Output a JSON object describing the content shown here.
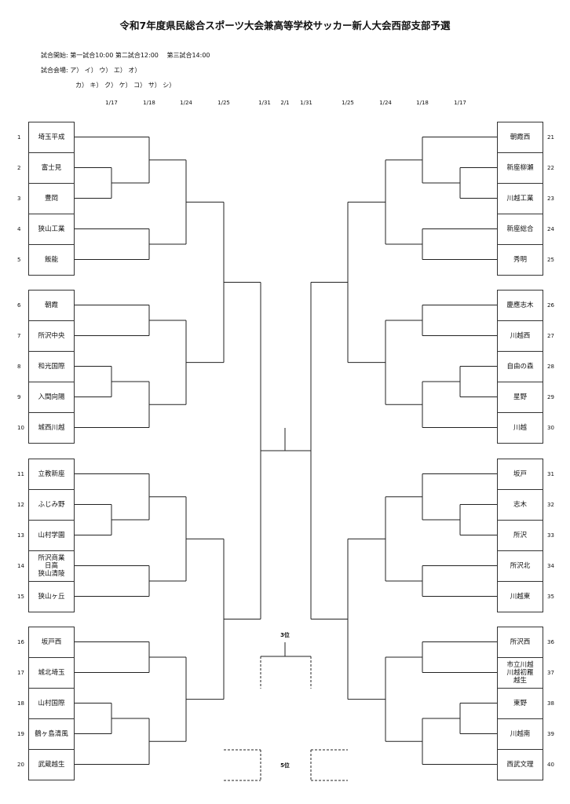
{
  "title": "令和7年度県民総合スポーツ大会兼高等学校サッカー新人大会西部支部予選",
  "schedule": {
    "label": "試合開始:",
    "text": "第一試合10:00  第二試合12:00　 第三試合14:00"
  },
  "venues": {
    "label": "試合会場:",
    "line1": "ア） イ） ウ） エ）  オ）",
    "line2": "カ） キ） ク）  ケ） コ） サ） シ）"
  },
  "dates": [
    "1/17",
    "1/18",
    "1/24",
    "1/25",
    "1/31",
    "2/1",
    "1/31",
    "1/25",
    "1/24",
    "1/18",
    "1/17"
  ],
  "left_teams": [
    {
      "no": "1",
      "name": "埼玉平成"
    },
    {
      "no": "2",
      "name": "富士見"
    },
    {
      "no": "3",
      "name": "豊岡"
    },
    {
      "no": "4",
      "name": "狭山工業"
    },
    {
      "no": "5",
      "name": "飯能"
    },
    {
      "no": "6",
      "name": "朝霞"
    },
    {
      "no": "7",
      "name": "所沢中央"
    },
    {
      "no": "8",
      "name": "和光国際"
    },
    {
      "no": "9",
      "name": "入間向陽"
    },
    {
      "no": "10",
      "name": "城西川越"
    },
    {
      "no": "11",
      "name": "立教新座"
    },
    {
      "no": "12",
      "name": "ふじみ野"
    },
    {
      "no": "13",
      "name": "山村学園"
    },
    {
      "no": "14",
      "name": "所沢商業\n日高\n狭山清陵"
    },
    {
      "no": "15",
      "name": "狭山ヶ丘"
    },
    {
      "no": "16",
      "name": "坂戸西"
    },
    {
      "no": "17",
      "name": "城北埼玉"
    },
    {
      "no": "18",
      "name": "山村国際"
    },
    {
      "no": "19",
      "name": "鶴ヶ島清風"
    },
    {
      "no": "20",
      "name": "武蔵越生"
    }
  ],
  "right_teams": [
    {
      "no": "21",
      "name": "朝霞西"
    },
    {
      "no": "22",
      "name": "新座柳瀬"
    },
    {
      "no": "23",
      "name": "川越工業"
    },
    {
      "no": "24",
      "name": "新座総合"
    },
    {
      "no": "25",
      "name": "秀明"
    },
    {
      "no": "26",
      "name": "慶應志木"
    },
    {
      "no": "27",
      "name": "川越西"
    },
    {
      "no": "28",
      "name": "自由の森"
    },
    {
      "no": "29",
      "name": "星野"
    },
    {
      "no": "30",
      "name": "川越"
    },
    {
      "no": "31",
      "name": "坂戸"
    },
    {
      "no": "32",
      "name": "志木"
    },
    {
      "no": "33",
      "name": "所沢"
    },
    {
      "no": "34",
      "name": "所沢北"
    },
    {
      "no": "35",
      "name": "川越東"
    },
    {
      "no": "36",
      "name": "所沢西"
    },
    {
      "no": "37",
      "name": "市立川越\n川越初雁\n越生"
    },
    {
      "no": "38",
      "name": "東野"
    },
    {
      "no": "39",
      "name": "川越南"
    },
    {
      "no": "40",
      "name": "西武文理"
    }
  ],
  "third_place": "3位",
  "fifth_place": "5位"
}
